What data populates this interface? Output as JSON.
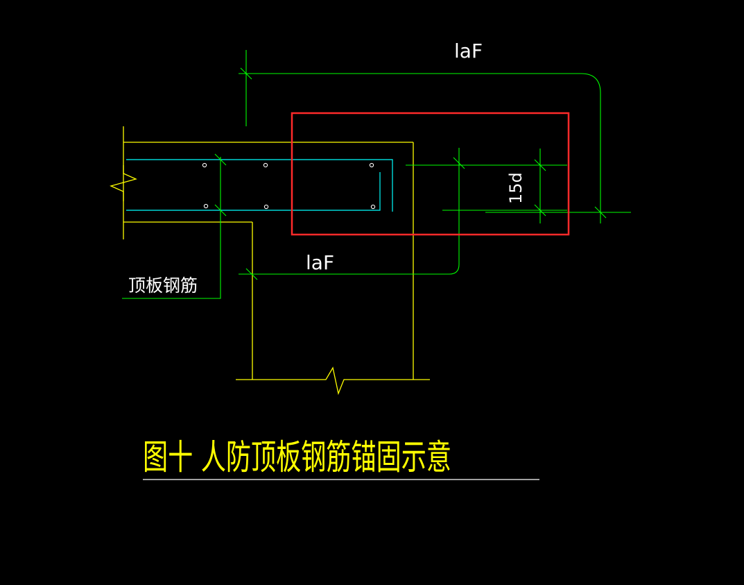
{
  "labels": {
    "laf_top": "laF",
    "laf_mid": "laF",
    "dim_15d": "15d",
    "slab_rebar": "顶板钢筋",
    "title": "图十  人防顶板钢筋锚固示意"
  },
  "colors": {
    "background": "#000000",
    "concrete_outline": "#ffff00",
    "rebar_main": "#00ffff",
    "rebar_secondary": "#ffffff",
    "dimension": "#00ff00",
    "highlight_box": "#ff2a2a",
    "title": "#ffff00",
    "title_underline": "#ffffff"
  }
}
